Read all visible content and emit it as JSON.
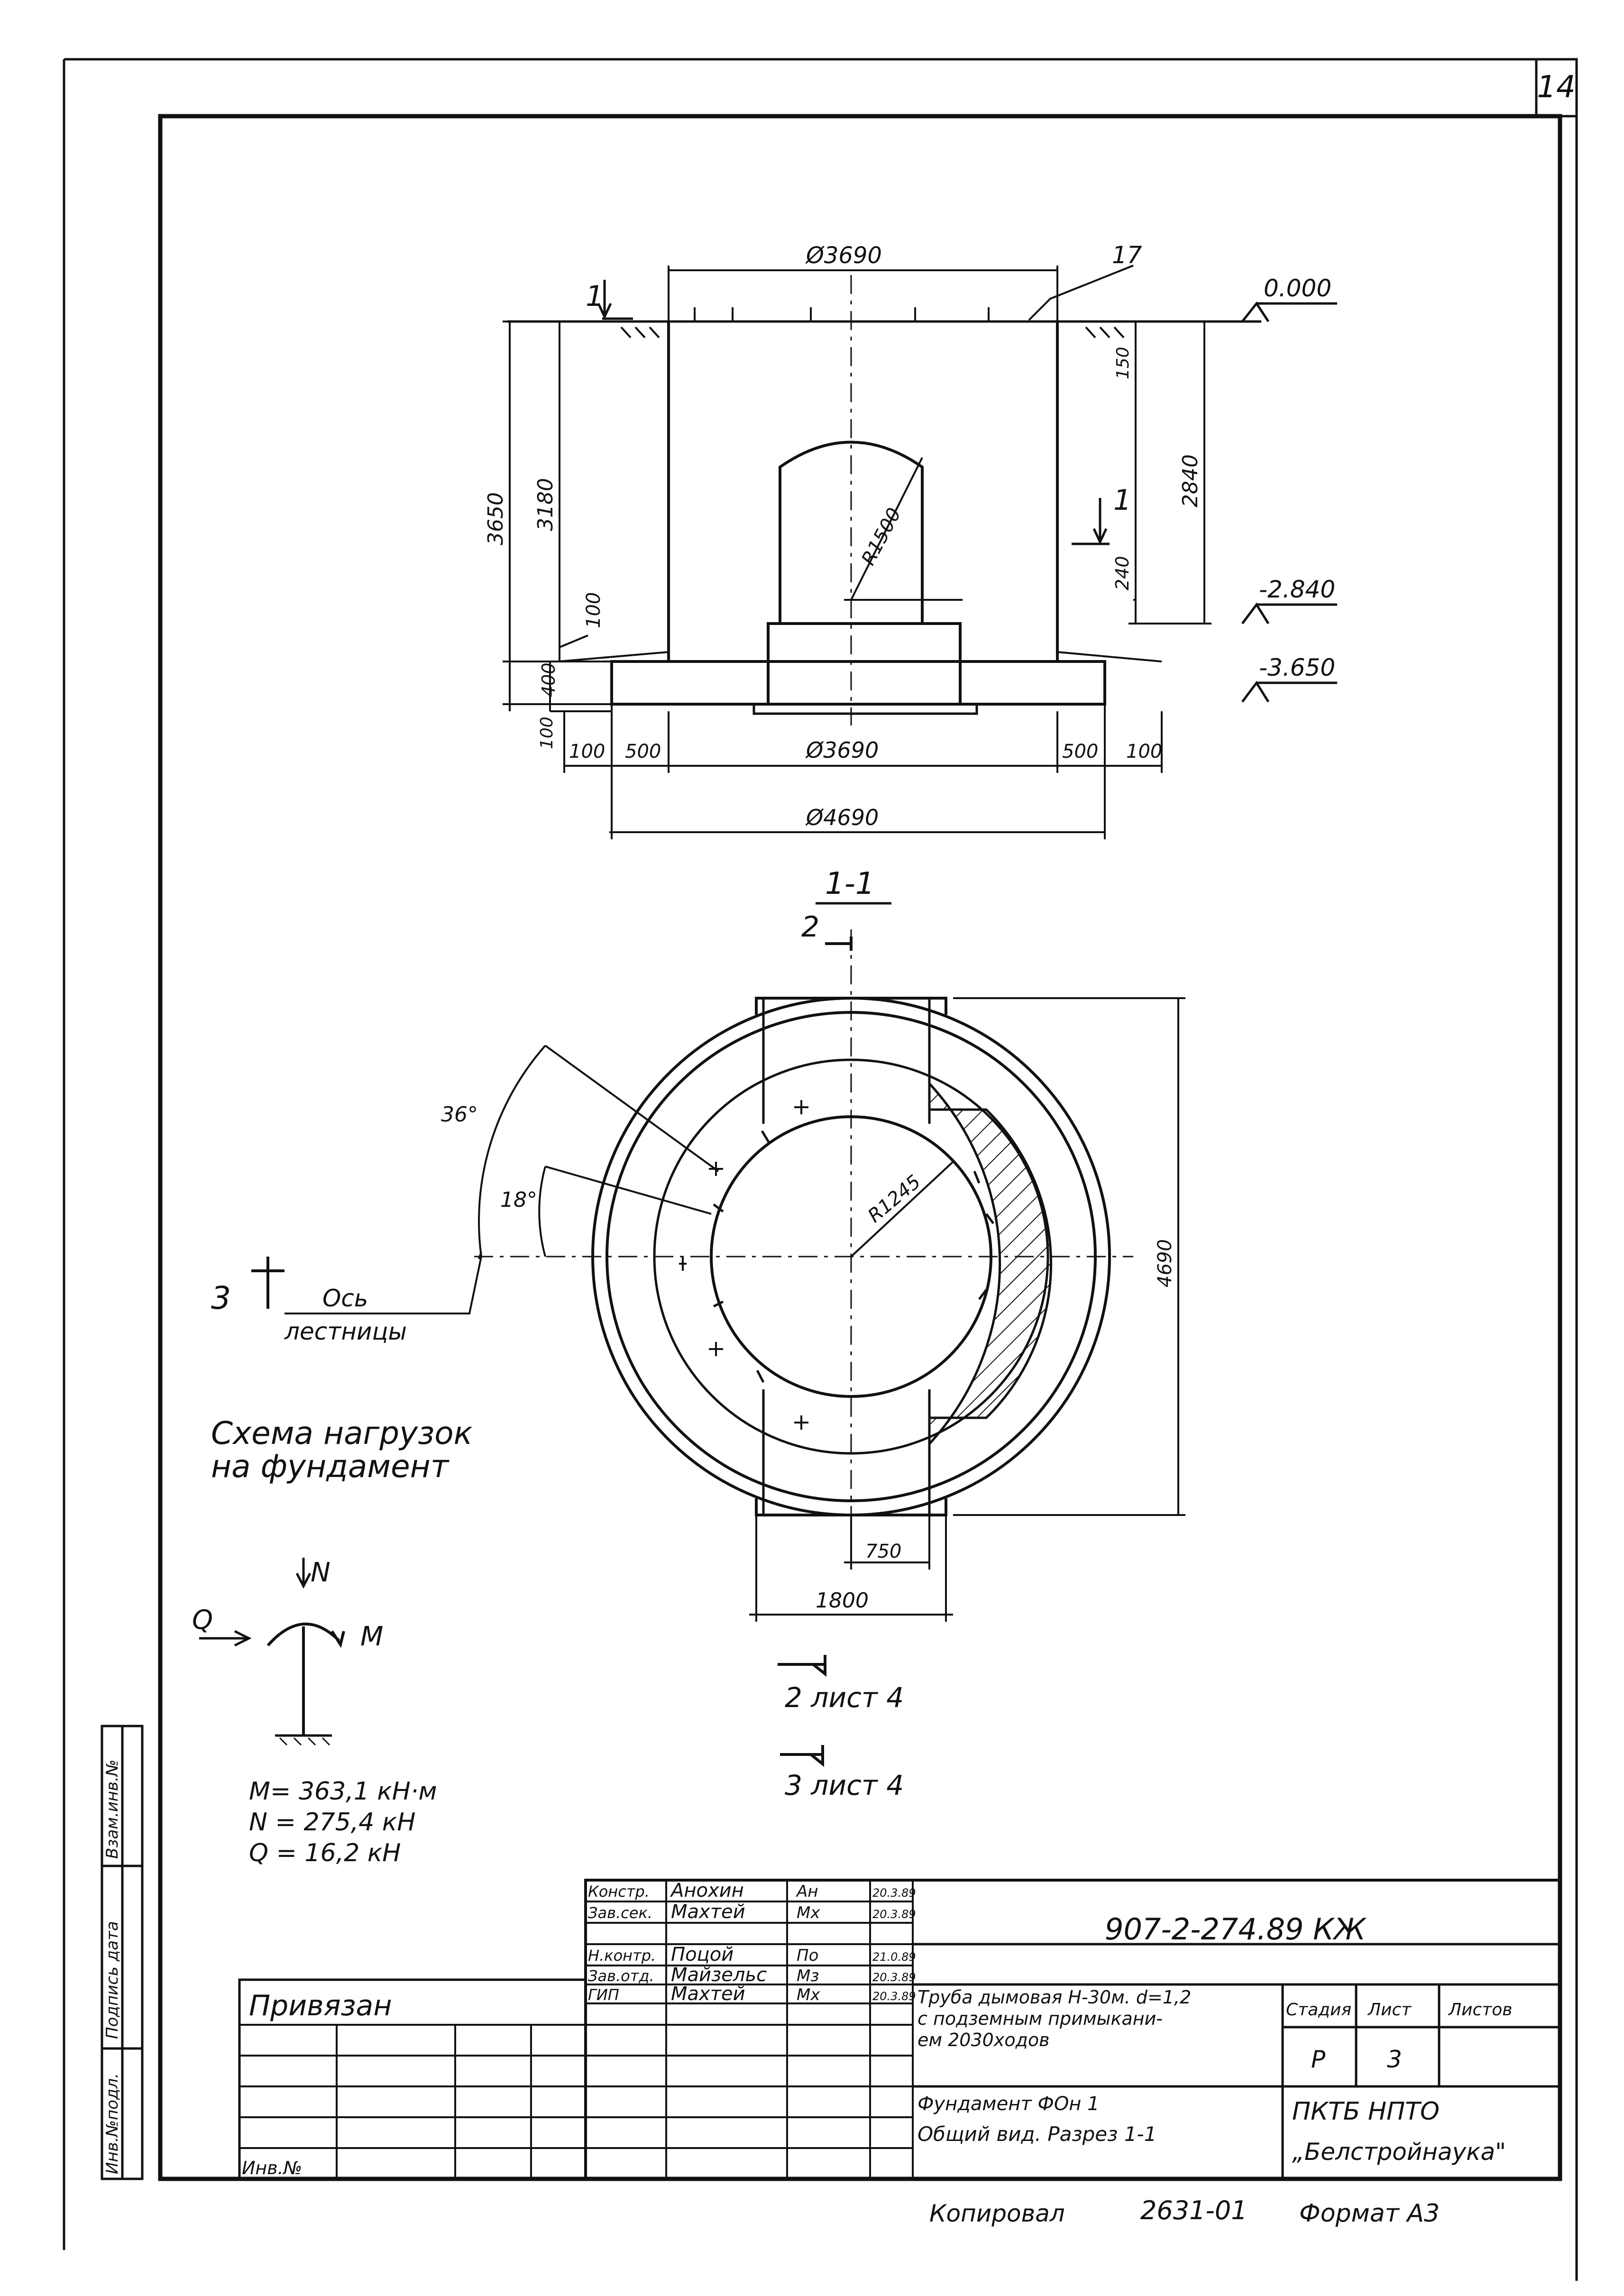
{
  "sheet_corner_number": "14",
  "elevation": {
    "diameter_top": "Ø3690",
    "diameter_bottom": "Ø3690",
    "diameter_base": "Ø4690",
    "callout_17": "17",
    "section_marker": "1",
    "section_marker_right": "1",
    "levels": {
      "top": "0.000",
      "mid": "-2.840",
      "bottom": "-3.650"
    },
    "dims_left": {
      "total": "3650",
      "shaft": "3180",
      "step": "100",
      "plinth": "400",
      "base": "100"
    },
    "dims_right": {
      "top": "150",
      "height": "2840",
      "inner": "240"
    },
    "radius": "R1500",
    "dims_bottom": {
      "a": "100",
      "b": "500",
      "c": "500",
      "d": "100"
    }
  },
  "section": {
    "title": "1-1",
    "cut_2": "2",
    "cut_3": "3",
    "radius": "R1245",
    "height_dim": "4690",
    "width_dim_small": "750",
    "width_dim": "1800",
    "angle_a": "36°",
    "angle_b": "18°",
    "axis_label_line1": "Ось",
    "axis_label_line2": "лестницы",
    "sheet_ref_2": "2 лист 4",
    "sheet_ref_3": "3 лист 4"
  },
  "loads": {
    "title_line1": "Схема нагрузок",
    "title_line2": "на фундамент",
    "symbol_n": "N",
    "symbol_q": "Q",
    "symbol_m": "M",
    "values": [
      "M= 363,1 кН·м",
      "N = 275,4 кН",
      "Q = 16,2 кН"
    ]
  },
  "left_stamp": [
    "Инв.№подл.",
    "Подпись дата",
    "Взам.инв.№"
  ],
  "binding": {
    "label": "Привязан",
    "inv_label": "Инв.№"
  },
  "title_block": {
    "doc_code": "907-2-274.89 КЖ",
    "staff": [
      {
        "role": "Констр.",
        "name": "Анохин",
        "sign": "Ан",
        "date": "20.3.89"
      },
      {
        "role": "Зав.сек.",
        "name": "Махтей",
        "sign": "Мх",
        "date": "20.3.89"
      },
      {
        "role": "Н.контр.",
        "name": "Поцой",
        "sign": "По",
        "date": "21.0.89"
      },
      {
        "role": "Зав.отд.",
        "name": "Майзельс",
        "sign": "Мз",
        "date": "20.3.89"
      },
      {
        "role": "ГИП",
        "name": "Махтей",
        "sign": "Мх",
        "date": "20.3.89"
      }
    ],
    "object_title": [
      "Труба дымовая Н-30м. d=1,2",
      "с подземным примыкани-",
      "ем 2030ходов"
    ],
    "drawing_title": [
      "Фундамент ФОн 1",
      "Общий вид. Разрез 1-1"
    ],
    "stage_label": "Стадия",
    "sheet_label": "Лист",
    "sheets_label": "Листов",
    "stage_value": "Р",
    "sheet_value": "3",
    "org_line1": "ПКТБ НПТО",
    "org_line2": "„Белстройнаука\""
  },
  "footer": {
    "copied": "Копировал",
    "order": "2631-01",
    "format": "Формат А3"
  }
}
